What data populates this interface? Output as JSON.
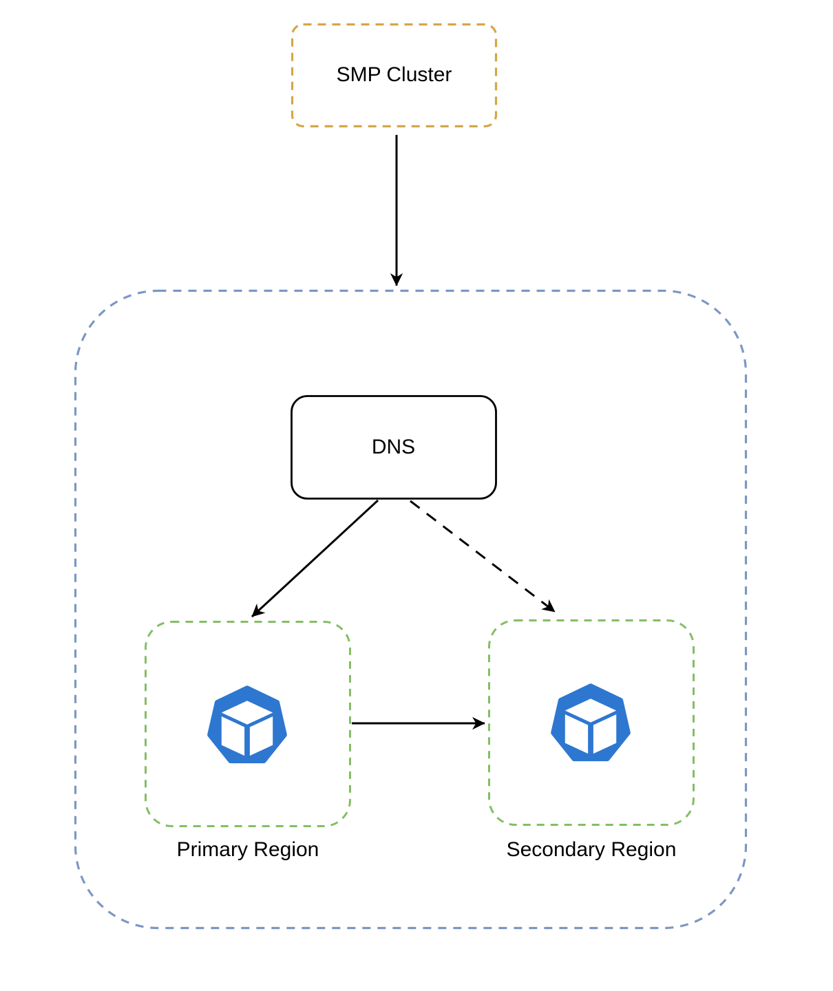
{
  "diagram": {
    "title": "SMP Cluster multi-region DNS routing diagram",
    "colors": {
      "gold_dashed": "#D5A647",
      "blue_dashed": "#7C97C5",
      "green_dashed": "#83BE63",
      "icon_blue": "#2E77D0",
      "line_black": "#000000",
      "bg": "#FFFFFF"
    },
    "nodes": {
      "smp_cluster": {
        "label": "SMP Cluster",
        "shape": "rounded-rect",
        "border_style": "dashed",
        "border_color": "#D5A647"
      },
      "dns": {
        "label": "DNS",
        "shape": "rounded-rect",
        "border_style": "solid",
        "border_color": "#000000"
      },
      "primary_region": {
        "label": "Primary Region",
        "shape": "rounded-rect",
        "border_style": "dashed",
        "border_color": "#83BE63",
        "icon": "cube-heptagon-icon",
        "icon_color": "#2E77D0"
      },
      "secondary_region": {
        "label": "Secondary Region",
        "shape": "rounded-rect",
        "border_style": "dashed",
        "border_color": "#83BE63",
        "icon": "cube-heptagon-icon",
        "icon_color": "#2E77D0"
      }
    },
    "container": {
      "name": "regions-group",
      "border_style": "dashed",
      "border_color": "#7C97C5"
    },
    "edges": [
      {
        "from": "smp_cluster",
        "to": "regions-group",
        "style": "solid",
        "arrow": "end"
      },
      {
        "from": "dns",
        "to": "primary_region",
        "style": "solid",
        "arrow": "end"
      },
      {
        "from": "dns",
        "to": "secondary_region",
        "style": "dashed",
        "arrow": "end"
      },
      {
        "from": "primary_region",
        "to": "secondary_region",
        "style": "solid",
        "arrow": "end"
      }
    ]
  }
}
